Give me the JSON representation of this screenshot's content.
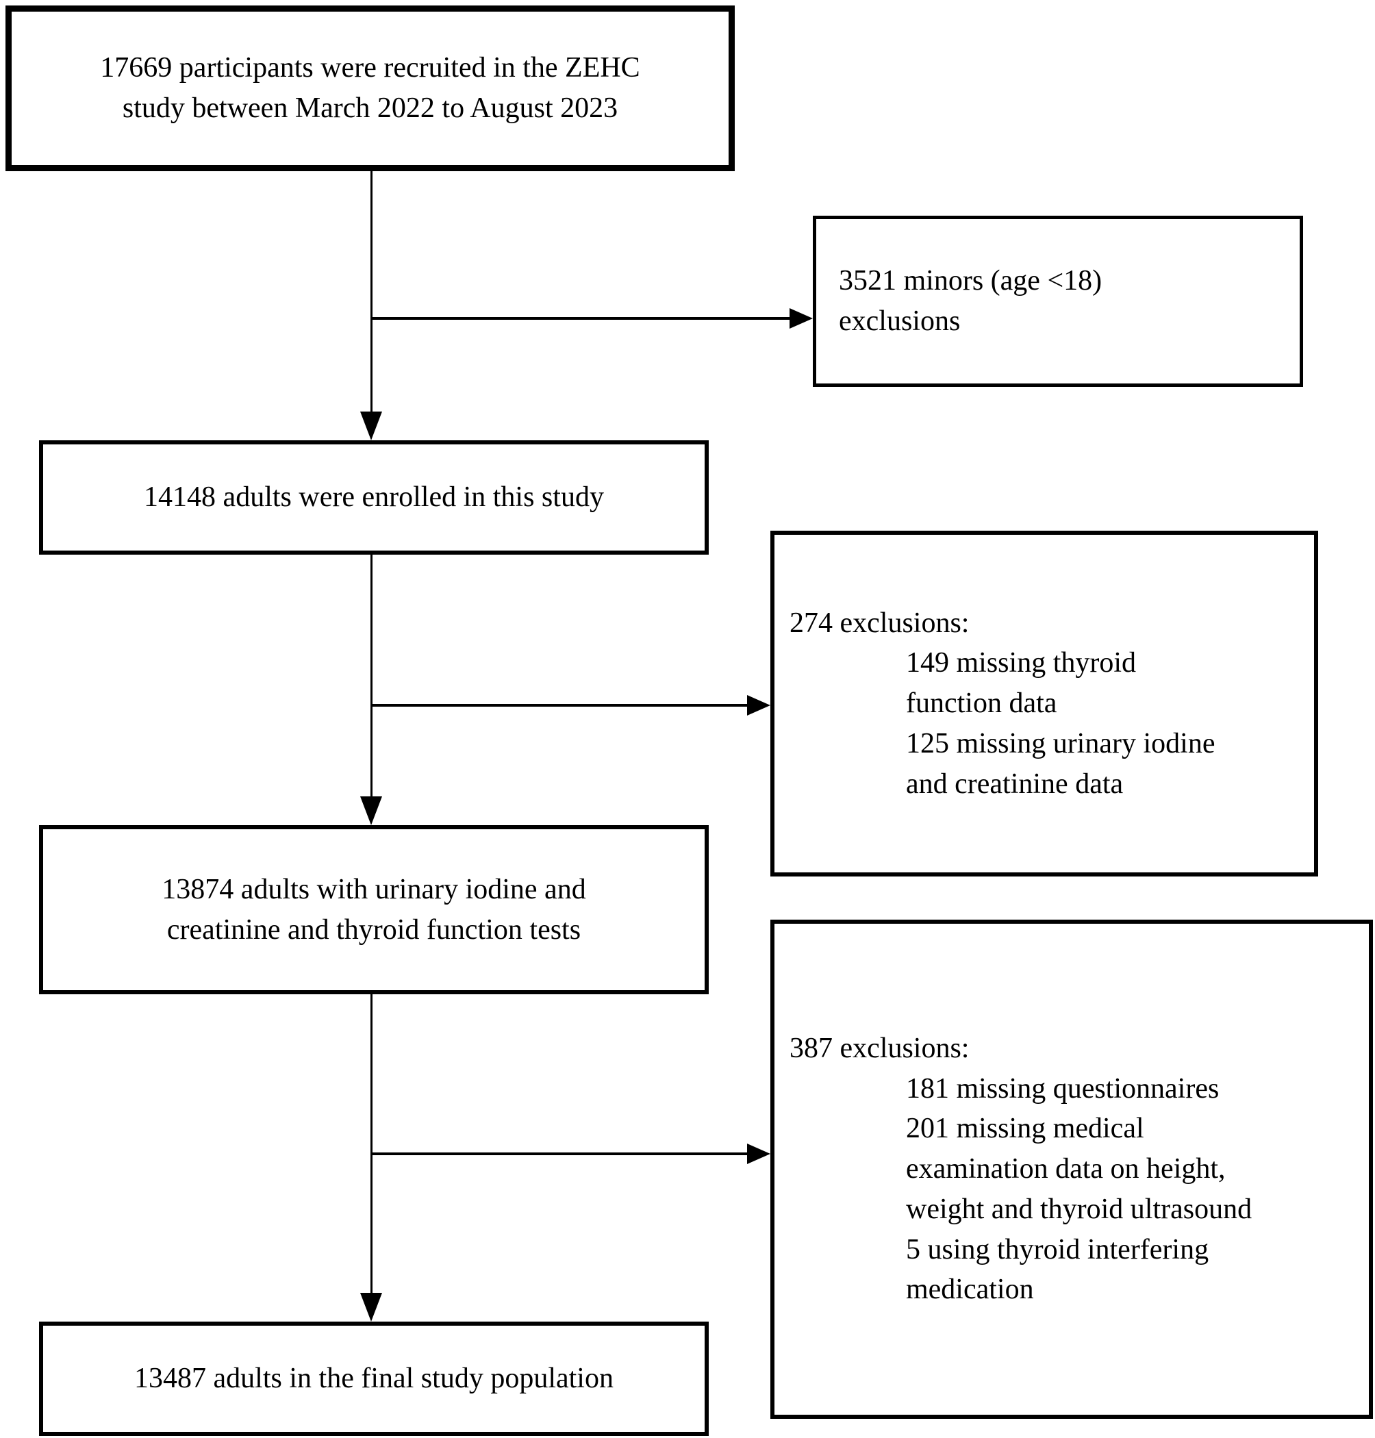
{
  "figure": {
    "type": "study-flowchart",
    "colors": {
      "ink": "#000000",
      "paper": "#ffffff"
    }
  },
  "boxes": {
    "recruited": {
      "text": "17669 participants were recruited in the ZEHC\nstudy between March 2022 to August 2023"
    },
    "minors_excluded": {
      "text": "3521 minors (age <18)\nexclusions"
    },
    "enrolled": {
      "text": "14148 adults were enrolled in this study"
    },
    "exclusions_274": {
      "label": "274 exclusions:",
      "items": [
        "149 missing thyroid\nfunction data",
        "125 missing urinary iodine\nand creatinine data"
      ]
    },
    "with_tests": {
      "text": "13874 adults with urinary iodine and\ncreatinine and thyroid function tests"
    },
    "exclusions_387": {
      "label": "387 exclusions:",
      "items": [
        "181 missing questionnaires",
        "201 missing medical\nexamination data on height,\nweight and thyroid ultrasound",
        "5 using thyroid interfering\nmedication"
      ]
    },
    "final_population": {
      "text": "13487 adults in the final study population"
    }
  }
}
